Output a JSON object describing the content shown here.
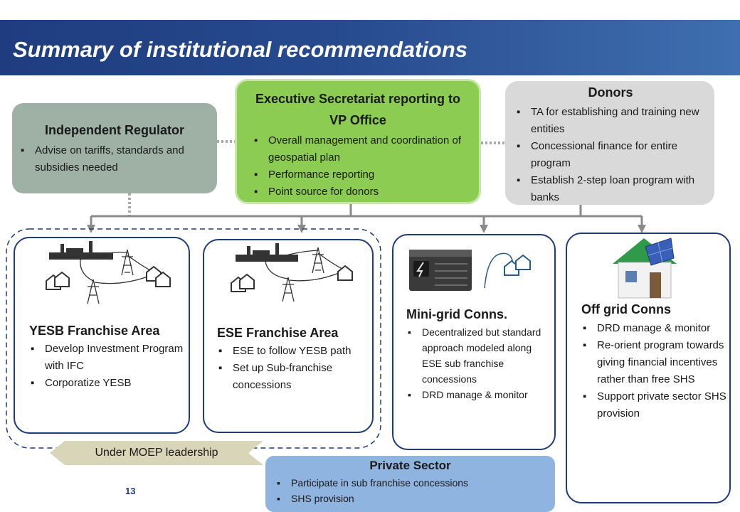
{
  "title": "Summary of  institutional recommendations",
  "independent_regulator": {
    "heading": "Independent  Regulator",
    "bullets": [
      "Advise on tariffs, standards and subsidies needed"
    ]
  },
  "executive_secretariat": {
    "heading": "Executive Secretariat reporting to VP Office",
    "bullets": [
      "Overall management and coordination of geospatial plan",
      "Performance reporting",
      "Point source for donors"
    ]
  },
  "donors": {
    "heading": "Donors",
    "bullets": [
      "TA for establishing  and training new entities",
      "Concessional finance for entire program",
      "Establish 2-step loan program with banks"
    ]
  },
  "yesb": {
    "heading": "YESB Franchise Area",
    "bullets": [
      "Develop Investment Program with IFC",
      "Corporatize YESB"
    ]
  },
  "ese": {
    "heading": "ESE Franchise Area",
    "bullets": [
      "ESE to follow YESB path",
      "Set up Sub-franchise concessions"
    ]
  },
  "minigrid": {
    "heading": "Mini-grid Conns.",
    "bullets": [
      "Decentralized but standard approach modeled along ESE sub franchise concessions",
      "DRD manage & monitor"
    ]
  },
  "offgrid": {
    "heading": "Off grid Conns",
    "bullets": [
      "DRD manage & monitor",
      "Re-orient program towards giving financial incentives rather than free SHS",
      "Support private sector SHS provision"
    ]
  },
  "moep_label": "Under MOEP leadership",
  "private_sector": {
    "heading": "Private Sector",
    "bullets": [
      "Participate in sub franchise concessions",
      "SHS provision"
    ]
  },
  "page_number": "13",
  "colors": {
    "title_bar": "#274a8e",
    "regulator": "#9fb1a4",
    "executive": "#8ccc52",
    "donors": "#d9d9d9",
    "card_border": "#1f3c7a",
    "private_sector": "#8fb4e0",
    "moep_banner": "#d8d5b8"
  },
  "icons": [
    "power-plant-icon",
    "transmission-tower-icon",
    "house-icon",
    "mini-grid-generator-icon",
    "solar-house-icon"
  ]
}
